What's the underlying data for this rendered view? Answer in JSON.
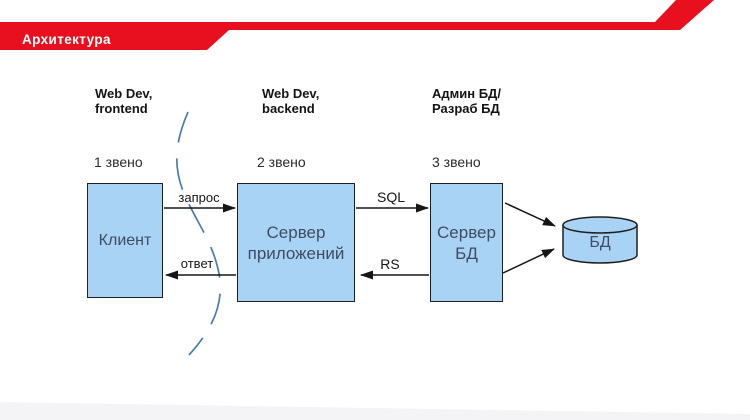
{
  "slide": {
    "title": "Архитектура",
    "accent_red": "#E8101E",
    "footer_gray": "#F4F4F6"
  },
  "columns": [
    {
      "role": "Web Dev,\nfrontend",
      "tier": "1 звено"
    },
    {
      "role": "Web Dev,\nbackend",
      "tier": "2 звено"
    },
    {
      "role": "Админ БД/\nРазраб БД",
      "tier": "3 звено"
    }
  ],
  "nodes": {
    "client": "Клиент",
    "app_server": "Сервер\nприложений",
    "db_server": "Сервер\nБД",
    "database": "БД"
  },
  "arrows": {
    "request": "запрос",
    "response": "ответ",
    "sql": "SQL",
    "rs": "RS"
  },
  "colors": {
    "box_fill": "#A8D3F4",
    "box_border": "#1F1F1F",
    "box_text": "#3F4C63",
    "arrow_black": "#161616",
    "separator_blue": "#4A7CAE"
  }
}
